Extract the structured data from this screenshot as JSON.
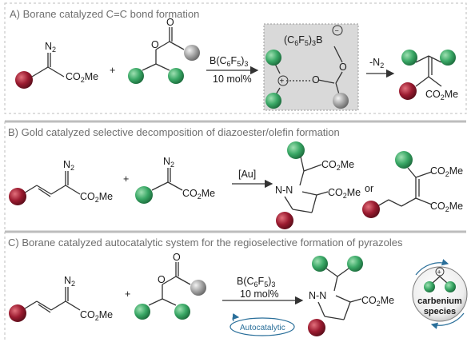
{
  "colors": {
    "red_ball": "#9b1b30",
    "green_ball": "#3aa866",
    "grey_ball": "#9a9a9a",
    "red_text": "#8b1a1a",
    "green_text": "#2e7d32",
    "blue_accent": "#2a6f9a",
    "ts_box": "#d9d9d9"
  },
  "panel_a": {
    "title": "A) Borane catalyzed C=C bond formation",
    "n2_label": "N",
    "n2_sub": "2",
    "ester_co": "CO",
    "ester_sub": "2",
    "ester_me": "Me",
    "plus": "+",
    "o1": "O",
    "o2": "O",
    "catalyst_main": "B(C",
    "catalyst_s1": "6",
    "catalyst_f": "F",
    "catalyst_s2": "5",
    "catalyst_close": ")",
    "catalyst_s3": "3",
    "loading": "10 mol%",
    "ts_borane_open": "(C",
    "ts_s1": "6",
    "ts_f": "F",
    "ts_s2": "5",
    "ts_close": ")",
    "ts_s3": "3",
    "ts_b": "B",
    "ts_o1": "O",
    "ts_o2": "O",
    "ts_plus": "+",
    "ts_minus": "−",
    "loss_main": "-N",
    "loss_sub": "2",
    "prod_co": "CO",
    "prod_sub": "2",
    "prod_me": "Me"
  },
  "panel_b": {
    "title": "B) Gold catalyzed selective decomposition of diazoester/olefin formation",
    "n2_label": "N",
    "n2_sub": "2",
    "ester_co": "CO",
    "ester_sub": "2",
    "ester_me": "Me",
    "plus": "+",
    "n2b_label": "N",
    "n2b_sub": "2",
    "esterb_co": "CO",
    "esterb_sub": "2",
    "esterb_me": "Me",
    "catalyst": "[Au]",
    "pyr_n1": "N",
    "pyr_n2": "N",
    "pyr_sep": "-",
    "pyr_ester_co": "CO",
    "pyr_ester_sub": "2",
    "pyr_ester_me": "Me",
    "pyr_side_co": "CO",
    "pyr_side_sub": "2",
    "pyr_side_me": "Me",
    "or": "or",
    "ol_co1": "CO",
    "ol_sub1": "2",
    "ol_me1": "Me",
    "ol_co2": "CO",
    "ol_sub2": "2",
    "ol_me2": "Me"
  },
  "panel_c": {
    "title": "C) Borane catalyzed autocatalytic system for the regioselective formation of pyrazoles",
    "n2_label": "N",
    "n2_sub": "2",
    "ester_co": "CO",
    "ester_sub": "2",
    "ester_me": "Me",
    "plus": "+",
    "o1": "O",
    "o2": "O",
    "catalyst_main": "B(C",
    "catalyst_s1": "6",
    "catalyst_f": "F",
    "catalyst_s2": "5",
    "catalyst_close": ")",
    "catalyst_s3": "3",
    "loading": "10 mol%",
    "autocat": "Autocatalytic",
    "pyr_n1": "N",
    "pyr_n2": "N",
    "pyr_sep": "-",
    "pyr_co": "CO",
    "pyr_sub": "2",
    "pyr_me": "Me",
    "carb_plus": "+",
    "carb_line1": "carbenium",
    "carb_line2": "species"
  }
}
